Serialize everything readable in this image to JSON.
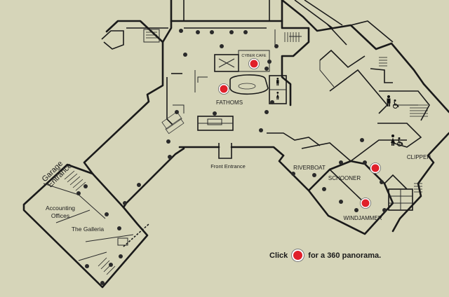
{
  "map": {
    "labels": {
      "garage_entrance_line1": "Garage",
      "garage_entrance_line2": "Entrance",
      "accounting_line1": "Accounting",
      "accounting_line2": "Offices",
      "galleria": "The Galleria",
      "fathoms": "FATHOMS",
      "cyber_cafe": "CYBER CAFE",
      "front_entrance": "Front Entrance",
      "riverboat": "RIVERBOAT",
      "schooner": "SCHOONER",
      "windjammer": "WINDJAMMER",
      "clipper": "CLIPPER"
    },
    "panoramas": [
      {
        "id": "cyber-cafe",
        "name": "Cyber Cafe"
      },
      {
        "id": "fathoms",
        "name": "Fathoms"
      },
      {
        "id": "schooner",
        "name": "Schooner"
      },
      {
        "id": "windjammer",
        "name": "Windjammer"
      }
    ],
    "colors": {
      "background": "#d6d5b9",
      "walls": "#1a1a1a",
      "panorama_marker": "#e0202a"
    },
    "icons": [
      "restroom-men-icon",
      "restroom-women-icon",
      "wheelchair-icon",
      "camera-icon"
    ]
  },
  "legend": {
    "prefix": "Click",
    "suffix": "for a 360 panorama."
  }
}
